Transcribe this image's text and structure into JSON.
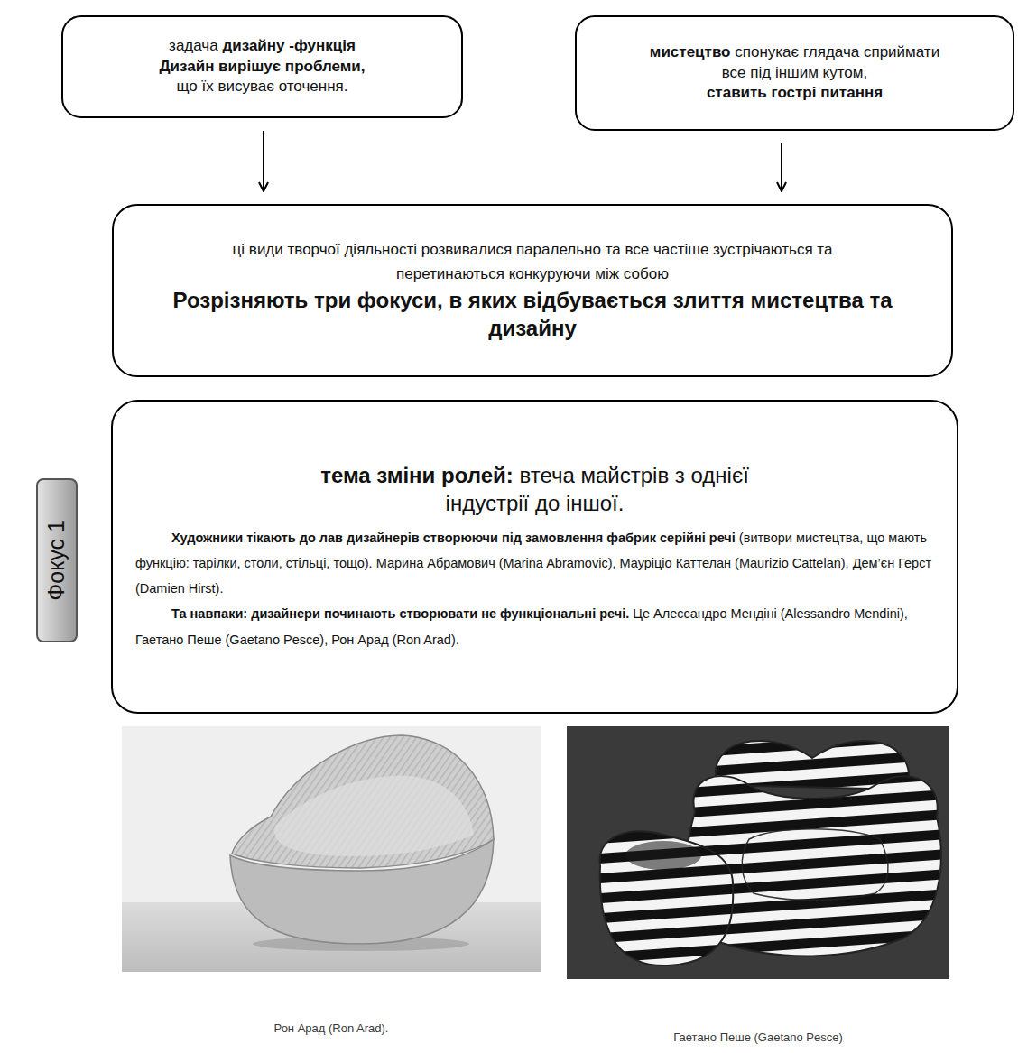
{
  "diagram": {
    "nodes": [
      {
        "text": [
          "задача",
          "дизайну -функція",
          "Дизайн вирішує проблеми,",
          "що їх висуває оточення."
        ]
      },
      {
        "text": [
          "мистецтво",
          "спонукає глядача сприймати все під іншим кутом,",
          "ставить гострі питання"
        ]
      },
      {
        "text": [
          "ці види творчої діяльності розвивалися паралельно та все частіше зустрічаються та перетинаються конкуруючи між собою",
          "Розрізняють три фокуси, в яких відбувається злиття мистецтва та дизайну"
        ]
      },
      {
        "text": [
          "тема зміни ролей:",
          "втеча майстрів з однієї індустрії до іншої.",
          "Художники тікають до лав дизайнерів створюючи під замовлення фабрик серійні речі",
          "(витвори мистецтва, що мають функцію: тарілки, столи, стільці, тощо). Марина Абрамович (Marina Abramovic), Мауріціо Каттелан (Maurizio Cattelan), Дем’єн Герст (Damien Hirst).",
          "Та навпаки: дизайнери починають створювати не функціональні речі.",
          "Це Алессандро Мендіні (Alessandro Mendini), Гаетано Пеше (Gaetano Pesce), Рон Арад (Ron Arad)."
        ]
      },
      {
        "text": [
          "Фокус 1"
        ]
      }
    ],
    "edges": [
      {
        "from": 0,
        "to": 2,
        "arrow": "to"
      },
      {
        "from": 1,
        "to": 2,
        "arrow": "to"
      }
    ],
    "labels": [
      "Рон Арад (Ron Arad).",
      "Гаетано Пеше (Gaetano Pesce)"
    ]
  }
}
